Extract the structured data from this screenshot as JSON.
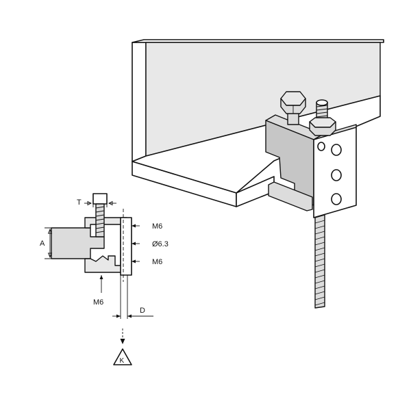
{
  "labels": {
    "t": "T",
    "a": "A",
    "m6_top": "M6",
    "d63": "Ø6.3",
    "m6_mid": "M6",
    "m6_bottom": "M6",
    "d": "D",
    "k": "K"
  }
}
